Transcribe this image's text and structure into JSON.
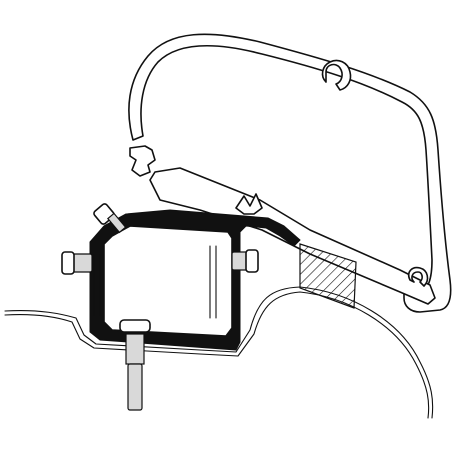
{
  "diagram": {
    "colors": {
      "line": "#111111",
      "background": "#ffffff",
      "bolt_fill": "#d9d9d9"
    },
    "parts": [
      "awning-housing",
      "vehicle-roof",
      "adapter-bracket",
      "mounting-bolt",
      "side-screws",
      "seal-pad"
    ]
  }
}
